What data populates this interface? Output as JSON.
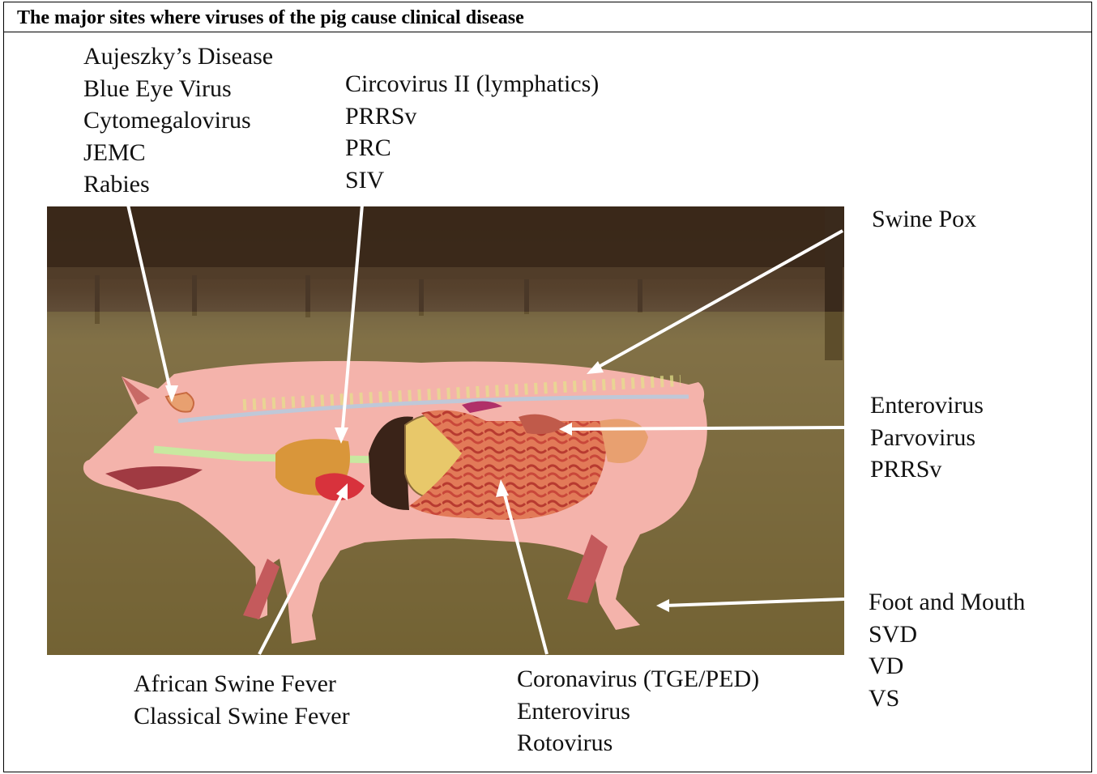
{
  "title": "The major sites where viruses of the pig cause clinical disease",
  "groups": {
    "nervous": [
      "Aujeszky’s Disease",
      "Blue Eye Virus",
      "Cytomegalovirus",
      "JEMC",
      "Rabies"
    ],
    "respiratory": [
      "Circovirus II (lymphatics)",
      "PRRSv",
      "PRC",
      "SIV"
    ],
    "skin": [
      "Swine Pox"
    ],
    "reproductive": [
      "Enterovirus",
      "Parvovirus",
      "PRRSv"
    ],
    "feet": [
      "Foot and Mouth",
      "SVD",
      "VD",
      "VS"
    ],
    "blood": [
      "African Swine Fever",
      "Classical Swine Fever"
    ],
    "intestine": [
      "Coronavirus (TGE/PED)",
      "Enterovirus",
      "Rotovirus"
    ]
  },
  "colors": {
    "pig_body": "#f4b3ab",
    "arrow": "#ffffff",
    "grass": "#8a7a3c",
    "intestine": "#d9604a",
    "stomach": "#e8c86a",
    "liver": "#3a2318",
    "heart": "#d8323c"
  }
}
